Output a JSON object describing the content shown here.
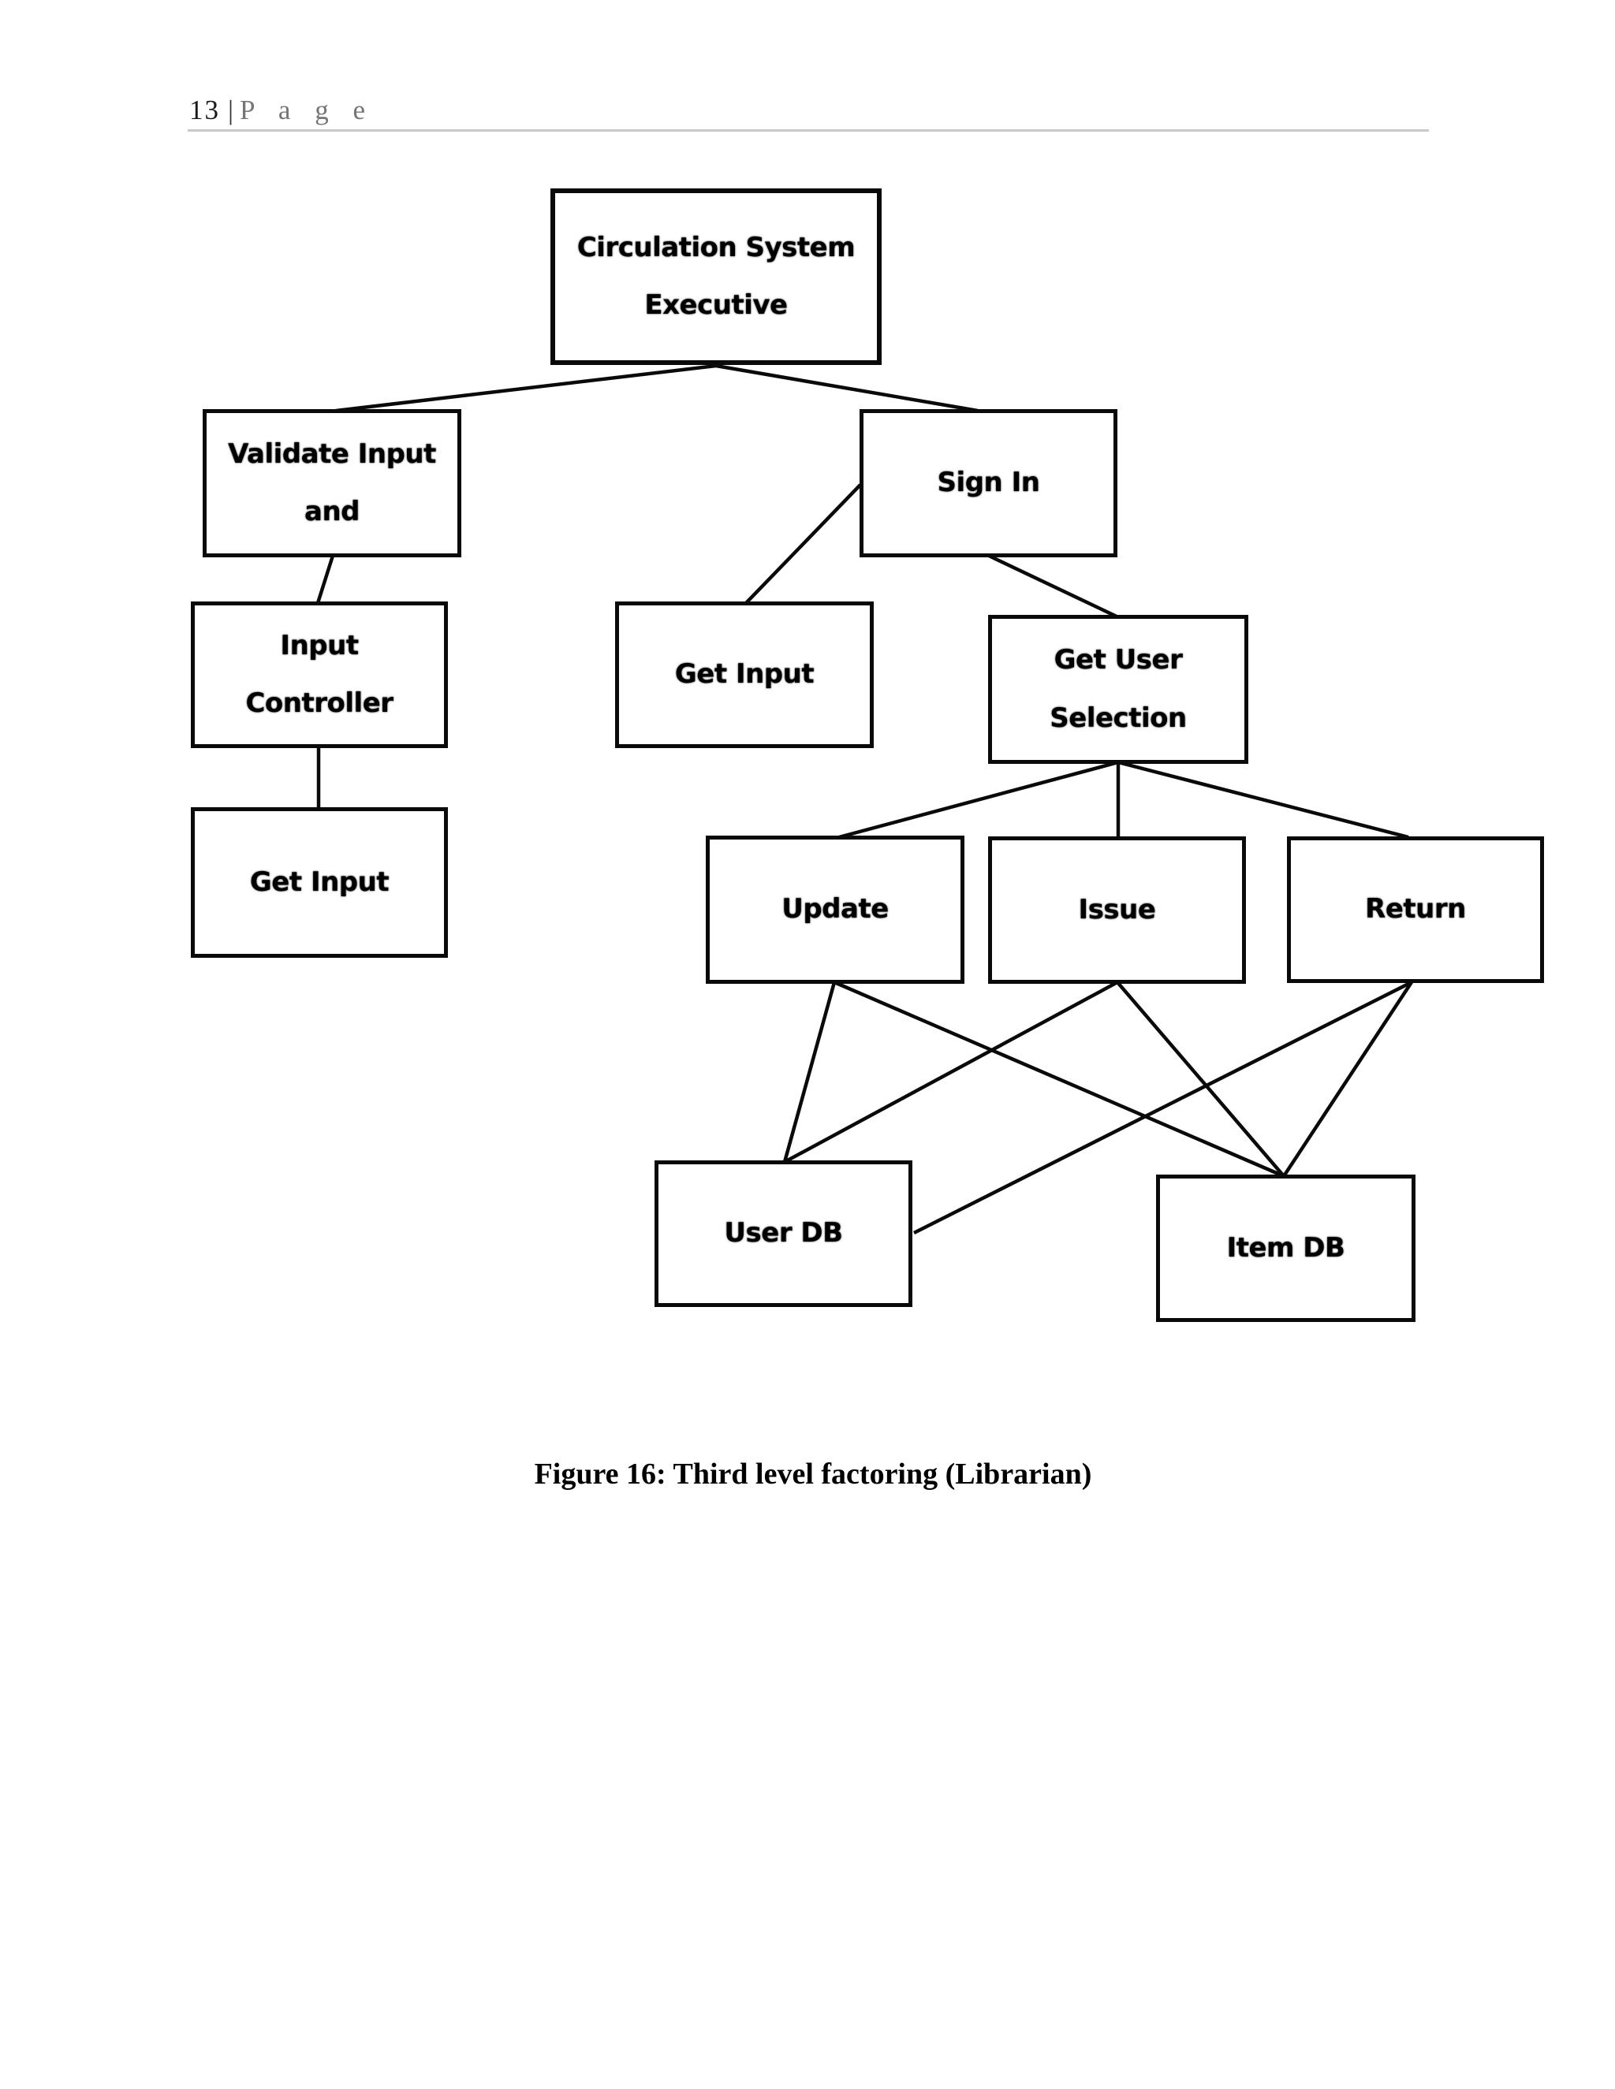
{
  "page_header": {
    "page_number": "13",
    "separator": "|",
    "label": "P a g e"
  },
  "figure_caption": "Figure 16: Third level factoring (Librarian)",
  "diagram": {
    "title": "Third level factoring (Librarian)",
    "colors": {
      "box_border": "#0a0a0a",
      "line": "#0a0a0a",
      "text": "#000000",
      "background": "#ffffff"
    },
    "nodes": [
      {
        "id": "circulation-system-executive",
        "label": "Circulation System Executive",
        "lines": [
          "Circulation System",
          "Executive"
        ]
      },
      {
        "id": "validate-input-and",
        "label": "Validate Input and",
        "lines": [
          "Validate Input",
          "and"
        ]
      },
      {
        "id": "sign-in",
        "label": "Sign In",
        "lines": [
          "Sign In"
        ]
      },
      {
        "id": "input-controller",
        "label": "Input Controller",
        "lines": [
          "Input",
          "Controller"
        ]
      },
      {
        "id": "get-input-left",
        "label": "Get Input",
        "lines": [
          "Get Input"
        ]
      },
      {
        "id": "get-input-middle",
        "label": "Get Input",
        "lines": [
          "Get Input"
        ]
      },
      {
        "id": "get-user-selection",
        "label": "Get User Selection",
        "lines": [
          "Get User",
          "Selection"
        ]
      },
      {
        "id": "update",
        "label": "Update",
        "lines": [
          "Update"
        ]
      },
      {
        "id": "issue",
        "label": "Issue",
        "lines": [
          "Issue"
        ]
      },
      {
        "id": "return",
        "label": "Return",
        "lines": [
          "Return"
        ]
      },
      {
        "id": "user-db",
        "label": "User DB",
        "lines": [
          "User DB"
        ]
      },
      {
        "id": "item-db",
        "label": "Item DB",
        "lines": [
          "Item DB"
        ]
      }
    ],
    "edges": [
      {
        "from": "circulation-system-executive",
        "to": "validate-input-and"
      },
      {
        "from": "circulation-system-executive",
        "to": "sign-in"
      },
      {
        "from": "validate-input-and",
        "to": "input-controller"
      },
      {
        "from": "input-controller",
        "to": "get-input-left"
      },
      {
        "from": "sign-in",
        "to": "get-input-middle"
      },
      {
        "from": "sign-in",
        "to": "get-user-selection"
      },
      {
        "from": "get-user-selection",
        "to": "update"
      },
      {
        "from": "get-user-selection",
        "to": "issue"
      },
      {
        "from": "get-user-selection",
        "to": "return"
      },
      {
        "from": "update",
        "to": "user-db"
      },
      {
        "from": "update",
        "to": "item-db"
      },
      {
        "from": "issue",
        "to": "user-db"
      },
      {
        "from": "issue",
        "to": "item-db"
      },
      {
        "from": "return",
        "to": "item-db"
      },
      {
        "from": "return",
        "to": "user-db"
      }
    ]
  }
}
